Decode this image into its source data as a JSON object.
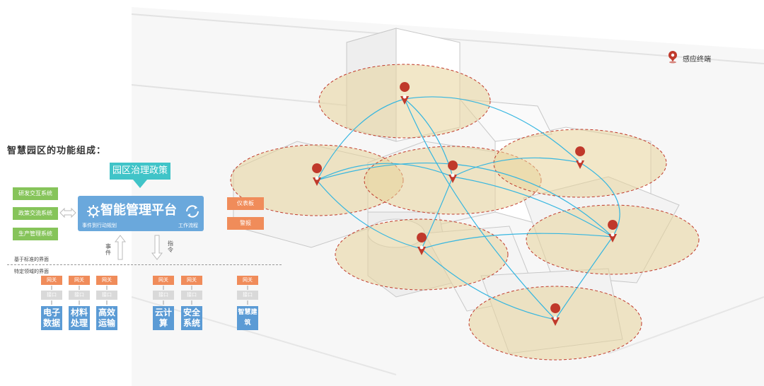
{
  "left_title": "智慧园区的功能组成：",
  "policy": "园区治理政策",
  "side_systems": [
    "研发交互系统",
    "政策交流系统",
    "生产管理系统"
  ],
  "platform": {
    "title": "智能管理平台",
    "sub_left": "事件到行动规划",
    "sub_right": "工作流程"
  },
  "outputs": [
    "仪表板",
    "警报"
  ],
  "up_label": "事件",
  "down_label": "指令",
  "divider_top": "基于标准的界面",
  "divider_bottom": "特定领域的界面",
  "gateway": "网关",
  "interface": "接口",
  "modules": [
    "电子数据",
    "材料处理",
    "高效运输",
    "云计算",
    "安全系统",
    "智慧建筑"
  ],
  "legend": "感应终端",
  "colors": {
    "policy": "#40c4c8",
    "green": "#86c45a",
    "blue": "#5b9bd5",
    "orange": "#f08c5a",
    "pin": "#c0392b",
    "zone": "#e8d49a"
  }
}
